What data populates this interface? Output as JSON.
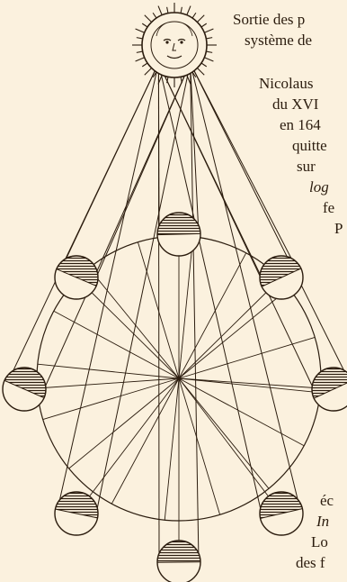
{
  "text_lines": [
    "Sortie des p",
    "système de",
    "Nicolaus",
    "du XVI",
    "en 164",
    "quitte",
    "sur",
    "log",
    "fe",
    "P",
    "éc",
    "In",
    "Lo",
    "des f"
  ],
  "colors": {
    "paper": "#fbf1de",
    "ink": "#2b1c0e"
  }
}
